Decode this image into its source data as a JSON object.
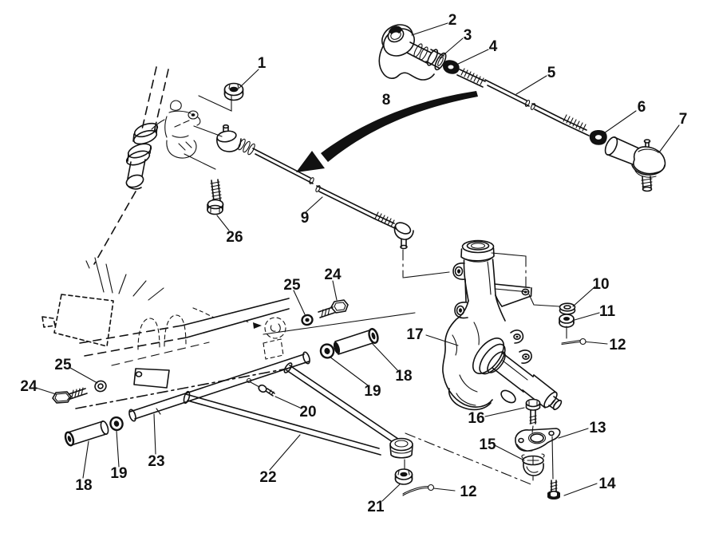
{
  "colors": {
    "line": "#111111",
    "background": "#ffffff"
  },
  "diagram": {
    "type": "exploded-parts-diagram",
    "arrow_icon": "curved-assembly-arrow-down-left",
    "callouts": [
      {
        "label": "1"
      },
      {
        "label": "2"
      },
      {
        "label": "3"
      },
      {
        "label": "4"
      },
      {
        "label": "5"
      },
      {
        "label": "6"
      },
      {
        "label": "7"
      },
      {
        "label": "8"
      },
      {
        "label": "9"
      },
      {
        "label": "10"
      },
      {
        "label": "11"
      },
      {
        "label": "12"
      },
      {
        "label": "12"
      },
      {
        "label": "13"
      },
      {
        "label": "14"
      },
      {
        "label": "15"
      },
      {
        "label": "16"
      },
      {
        "label": "17"
      },
      {
        "label": "18"
      },
      {
        "label": "18"
      },
      {
        "label": "19"
      },
      {
        "label": "19"
      },
      {
        "label": "20"
      },
      {
        "label": "21"
      },
      {
        "label": "22"
      },
      {
        "label": "23"
      },
      {
        "label": "24"
      },
      {
        "label": "24"
      },
      {
        "label": "25"
      },
      {
        "label": "25"
      },
      {
        "label": "26"
      }
    ]
  }
}
